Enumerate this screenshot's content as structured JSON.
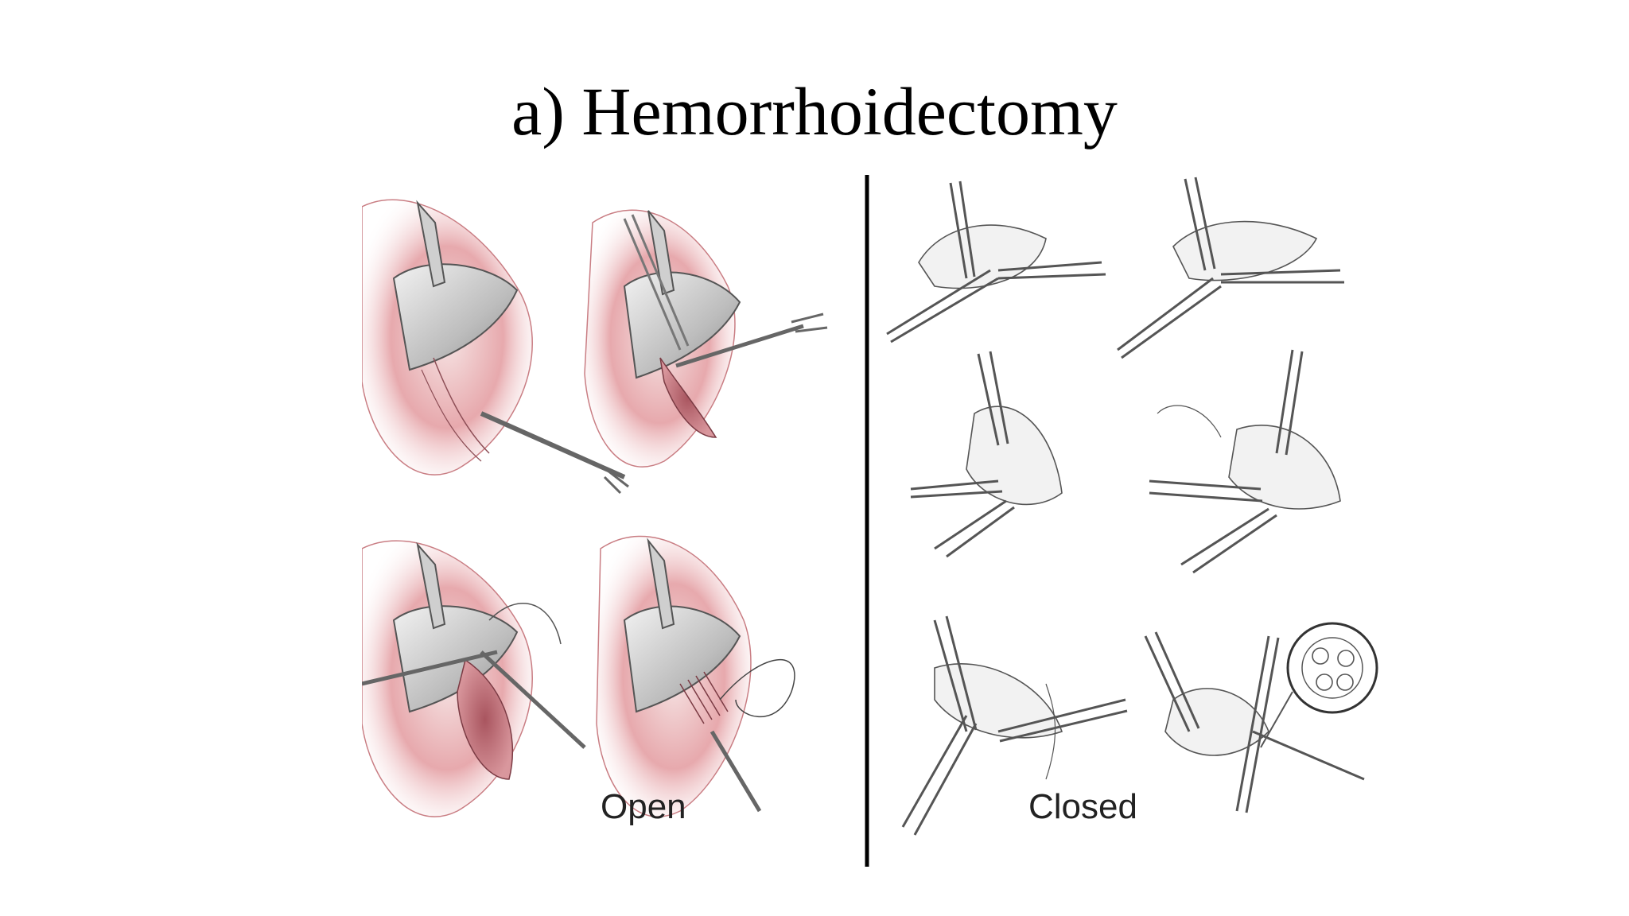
{
  "slide": {
    "title": "a) Hemorrhoidectomy"
  },
  "figure": {
    "left_panel_label": "Open",
    "right_panel_label": "Closed",
    "icons": [
      "retractor-icon",
      "forceps-icon",
      "scissors-icon",
      "suture-icon",
      "clamp-icon",
      "magnified-inset-icon"
    ],
    "colors": {
      "tissue": "#d98a8f",
      "tissue_dark": "#b45a64",
      "instrument": "#c9c9c9",
      "line": "#444444",
      "divider": "#000000"
    }
  }
}
